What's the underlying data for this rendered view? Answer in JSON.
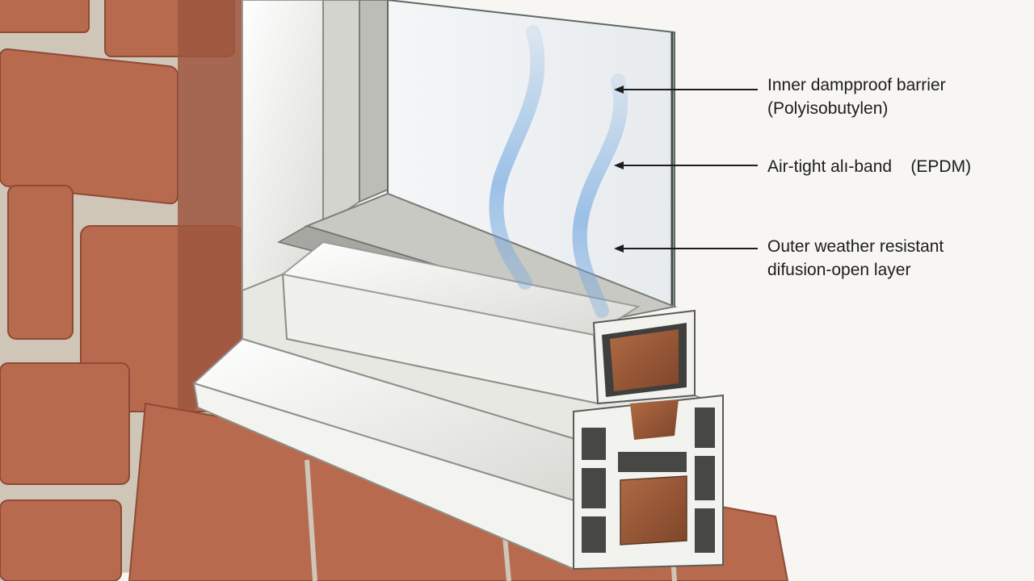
{
  "annotations": [
    {
      "lines": [
        "Inner dampproof barrier",
        "(Polyisobutylen)"
      ]
    },
    {
      "lines": [
        "Air-tight alı-band    (EPDM)"
      ]
    },
    {
      "lines": [
        "Outer weather resistant",
        "difusion-open layer"
      ]
    }
  ],
  "colors": {
    "paper": "#f7f6f2",
    "brick": "#b86a4f",
    "brick_dark": "#8e4a36",
    "mortar": "#cfc6b8",
    "frame": "#eeeeea",
    "frame_shadow": "#9c9c98",
    "glass": "#eef1f3",
    "wood": "#9a5a3a",
    "vapor": "#6fa6e0",
    "text": "#1d1d1d"
  }
}
